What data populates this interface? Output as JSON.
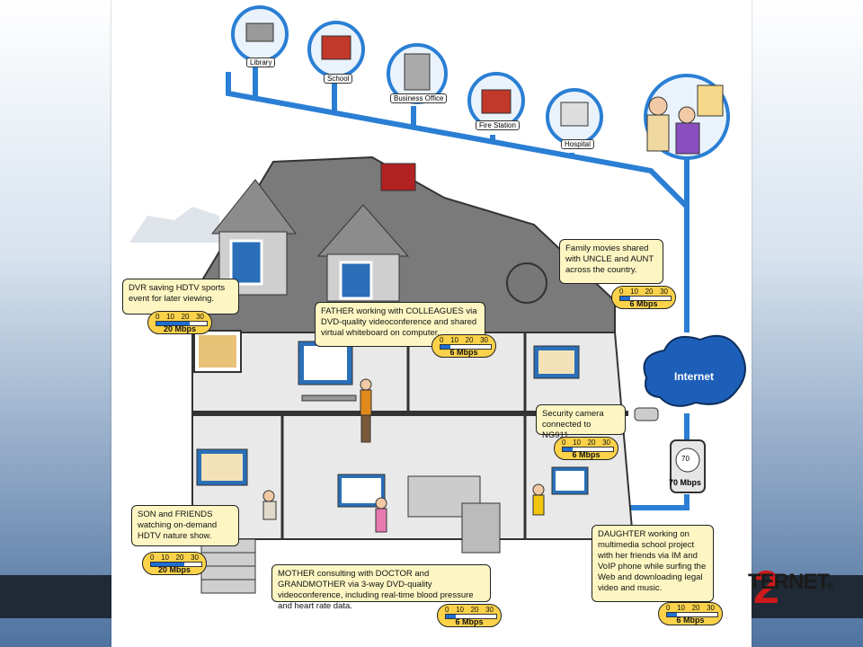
{
  "places": [
    {
      "label": "Library",
      "icon": "library-icon"
    },
    {
      "label": "School",
      "icon": "school-icon"
    },
    {
      "label": "Business Office",
      "icon": "office-icon"
    },
    {
      "label": "Fire Station",
      "icon": "fire-station-icon"
    },
    {
      "label": "Hospital",
      "icon": "hospital-icon"
    }
  ],
  "internet_label": "Internet",
  "callouts": {
    "dvr": "DVR saving HDTV sports event for later viewing.",
    "father": "FATHER working with COLLEAGUES via DVD-quality videoconference and shared virtual whiteboard on computer.",
    "family": "Family movies shared with UNCLE and AUNT across the country.",
    "security": "Security camera connected to NG911.",
    "son": "SON and FRIENDS watching on-demand HDTV nature show.",
    "mother": "MOTHER consulting with DOCTOR and GRANDMOTHER via 3-way DVD-quality videoconference, including real-time blood pressure and heart rate data.",
    "daughter": "DAUGHTER working on multimedia school project with her friends via IM and VoIP phone while surfing the Web and downloading legal video and music."
  },
  "gauges": {
    "scale": [
      "0",
      "10",
      "20",
      "30"
    ],
    "dvr": {
      "speed": "20 Mbps",
      "value": 20
    },
    "father": {
      "speed": "6 Mbps",
      "value": 6
    },
    "family": {
      "speed": "6 Mbps",
      "value": 6
    },
    "security": {
      "speed": "6 Mbps",
      "value": 6
    },
    "son": {
      "speed": "20 Mbps",
      "value": 20
    },
    "mother": {
      "speed": "6 Mbps",
      "value": 6
    },
    "daughter": {
      "speed": "6 Mbps",
      "value": 6
    }
  },
  "meter": {
    "reading": "70",
    "speed": "70 Mbps"
  },
  "logo": {
    "text": "TERNET",
    "numeral": "2",
    "mark": "®"
  },
  "colors": {
    "pipe": "#2a7fd4",
    "callout": "#fdf6c3",
    "gauge": "#fbd24a",
    "roof": "#7a7a7a",
    "chimney": "#b22222",
    "cloud": "#1d5fb8"
  }
}
